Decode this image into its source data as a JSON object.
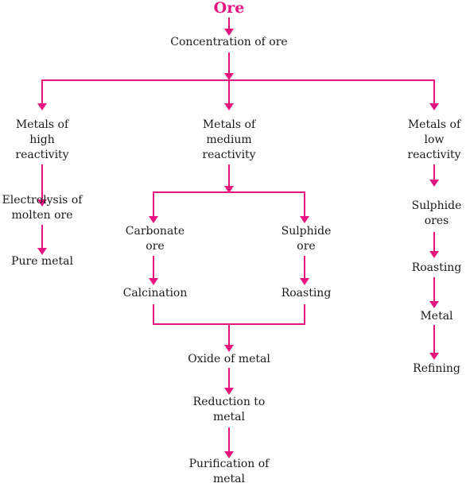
{
  "colors": {
    "arrow": "#e6157f",
    "title": "#e6157f",
    "text": "#1a1a1a"
  },
  "title": "Ore",
  "concentration": "Concentration of ore",
  "branches": {
    "high": {
      "heading": "Metals of\nhigh\nreactivity",
      "process": "Electrolysis of\nmolten ore",
      "result": "Pure metal"
    },
    "medium": {
      "heading": "Metals of\nmedium\nreactivity",
      "carbonate": "Carbonate\nore",
      "sulphide": "Sulphide\nore",
      "calcination": "Calcination",
      "roasting": "Roasting",
      "oxide": "Oxide of metal",
      "reduction": "Reduction to\nmetal",
      "purification": "Purification of\nmetal"
    },
    "low": {
      "heading": "Metals of\nlow\nreactivity",
      "sulphide_ores": "Sulphide\nores",
      "roasting": "Roasting",
      "metal": "Metal",
      "refining": "Refining"
    }
  }
}
